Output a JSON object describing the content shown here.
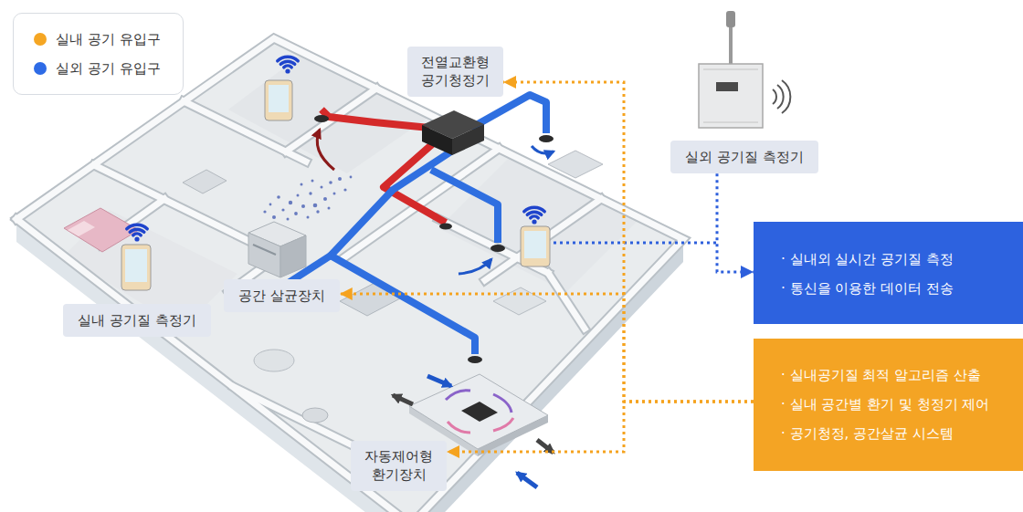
{
  "diagram": {
    "nodes": [
      {
        "text": [
          "전열교환형 공기청정기"
        ]
      },
      {
        "text": [
          "실외 공기질 측정기"
        ]
      },
      {
        "text": [
          "· 실내외 실시간 공기질 측정",
          "· 통신을 이용한 데이터 전송"
        ]
      },
      {
        "text": [
          "공간 살균장치"
        ]
      },
      {
        "text": [
          "실내 공기질 측정기"
        ]
      },
      {
        "text": [
          "· 실내공기질 최적 알고리즘 산출",
          "· 실내 공간별 환기 및 청정기 제어",
          "· 공기청정, 공간살균 시스템"
        ]
      },
      {
        "text": [
          "자동제어형 환기장치"
        ]
      }
    ],
    "edges": [
      {
        "from": 1,
        "to": 2,
        "arrow": "to"
      },
      {
        "from": 5,
        "to": 0,
        "arrow": "to"
      },
      {
        "from": 5,
        "to": 3,
        "arrow": "to"
      },
      {
        "from": 5,
        "to": 6,
        "arrow": "to"
      }
    ],
    "legend": [
      {
        "text": "실내 공기 유입구",
        "color": "#f5a623"
      },
      {
        "text": "실외 공기 유입구",
        "color": "#2e6be6"
      }
    ]
  }
}
